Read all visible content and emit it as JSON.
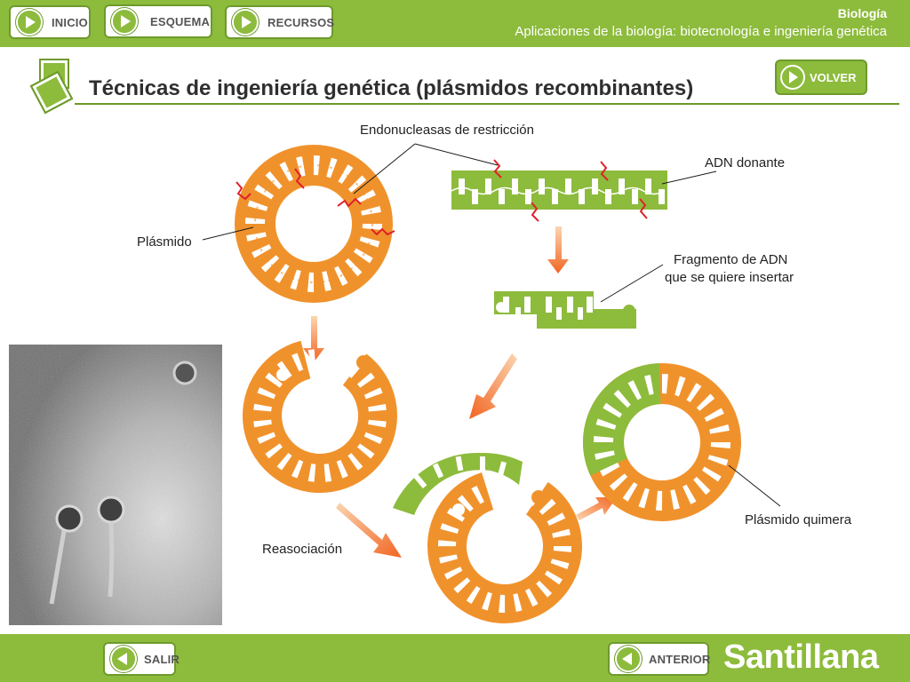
{
  "nav": {
    "inicio": "INICIO",
    "esquema": "ESQUEMA",
    "recursos": "RECURSOS",
    "volver": "VOLVER",
    "salir": "SALIR",
    "anterior": "ANTERIOR"
  },
  "header": {
    "subject": "Biología",
    "subtitle": "Aplicaciones de la biología: biotecnología e ingeniería genética"
  },
  "page": {
    "title": "Técnicas de ingeniería genética (plásmidos recombinantes)"
  },
  "labels": {
    "endonucleasas": "Endonucleasas de restricción",
    "adn_donante": "ADN donante",
    "plasmido": "Plásmido",
    "fragmento_1": "Fragmento de ADN",
    "fragmento_2": "que se quiere insertar",
    "reasociacion": "Reasociación",
    "quimera": "Plásmido quimera"
  },
  "brand": "Santillana",
  "colors": {
    "green": "#8dbb3c",
    "orange": "#f0922c",
    "arrow": "#f26522",
    "cut": "#e0202a"
  }
}
